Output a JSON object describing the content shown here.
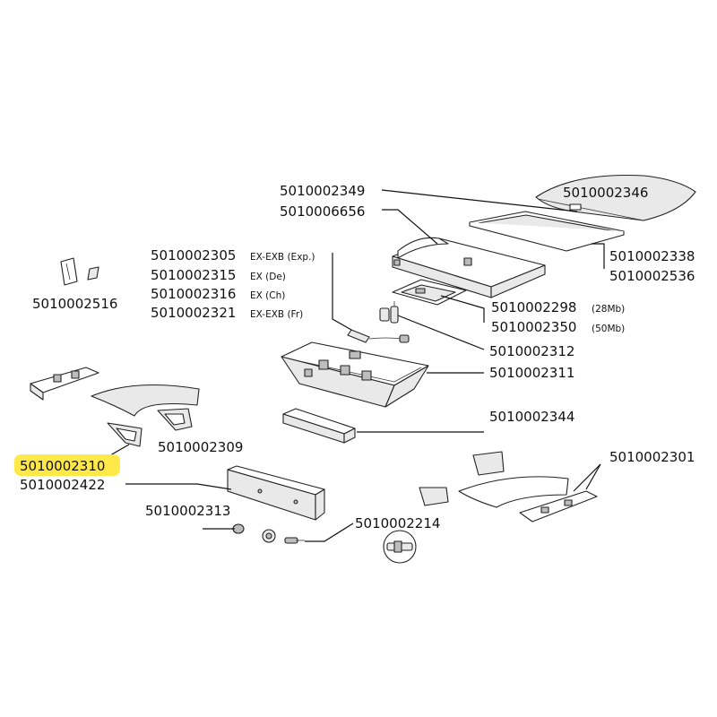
{
  "labels": {
    "p2349": "5010002349",
    "p2346": "5010002346",
    "p6656": "5010006656",
    "p2338": "5010002338",
    "p2536": "5010002536",
    "p2305": "5010002305",
    "p2305_sub": "EX-EXB (Exp.)",
    "p2315": "5010002315",
    "p2315_sub": "EX (De)",
    "p2316": "5010002316",
    "p2316_sub": "EX (Ch)",
    "p2321": "5010002321",
    "p2321_sub": "EX-EXB (Fr)",
    "p2516": "5010002516",
    "p2298": "5010002298",
    "p2298_sub": "(28Mb)",
    "p2350": "5010002350",
    "p2350_sub": "(50Mb)",
    "p2312": "5010002312",
    "p2311": "5010002311",
    "p2344": "5010002344",
    "p2309": "5010002309",
    "p2301": "5010002301",
    "p2310": "5010002310",
    "p2422": "5010002422",
    "p2313": "5010002313",
    "p2214": "5010002214"
  },
  "highlighted_part": "5010002310",
  "colors": {
    "highlight": "#ffe94a",
    "line": "#111111",
    "part_fill": "#e9e9e9"
  }
}
